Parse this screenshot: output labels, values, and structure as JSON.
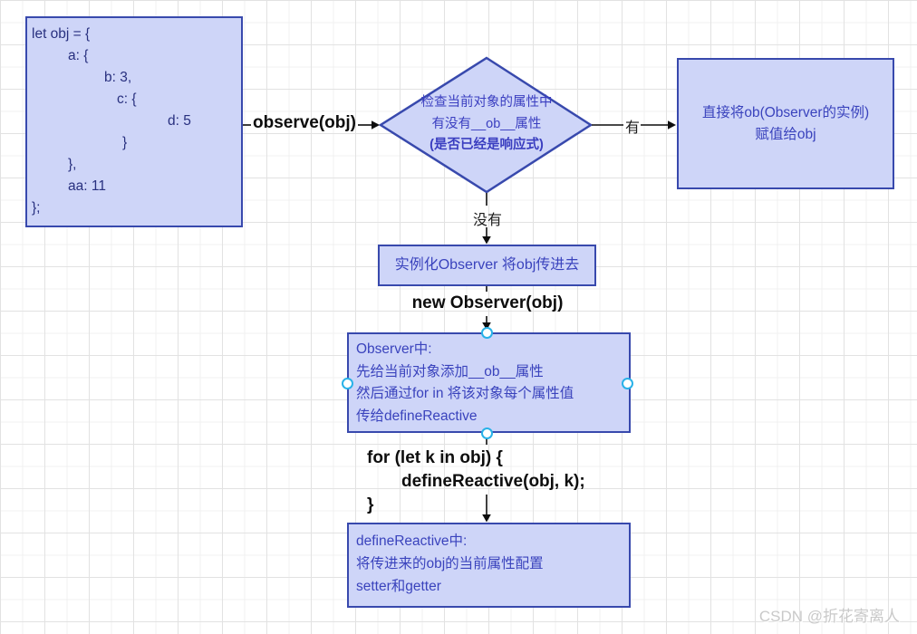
{
  "code_block": {
    "lines": [
      "let obj = {",
      "a: {",
      "b: 3,",
      "c: {",
      "d: 5",
      "}",
      "},",
      "aa: 11",
      "};"
    ]
  },
  "diamond": {
    "lines": [
      "检查当前对象的属性中",
      "有没有__ob__属性",
      "(是否已经是响应式)"
    ]
  },
  "assign_box": {
    "lines": [
      "直接将ob(Observer的实例)",
      "赋值给obj"
    ]
  },
  "instantiate_box": {
    "text": "实例化Observer 将obj传进去"
  },
  "observer_box": {
    "lines": [
      "Observer中:",
      "先给当前对象添加__ob__属性",
      "然后通过for in 将该对象每个属性值",
      "传给defineReactive"
    ]
  },
  "define_reactive_box": {
    "lines": [
      "defineReactive中:",
      "将传进来的obj的当前属性配置",
      "setter和getter"
    ]
  },
  "edge_labels": {
    "observe": "observe(obj)",
    "yes": "有",
    "no": "没有"
  },
  "code_labels": {
    "new_observer": "new Observer(obj)",
    "for_lines": [
      "for (let k in obj) {",
      "defineReactive(obj, k);",
      "}"
    ]
  },
  "watermark": "CSDN @折花寄离人",
  "colors": {
    "node_fill": "#ced5f8",
    "node_border": "#3849ad",
    "node_text": "#3a43bd",
    "code_text": "#28307f",
    "connector": "#0d0d0d",
    "connection_handle": "#29b2e8",
    "watermark_text": "#c9c9c9"
  }
}
